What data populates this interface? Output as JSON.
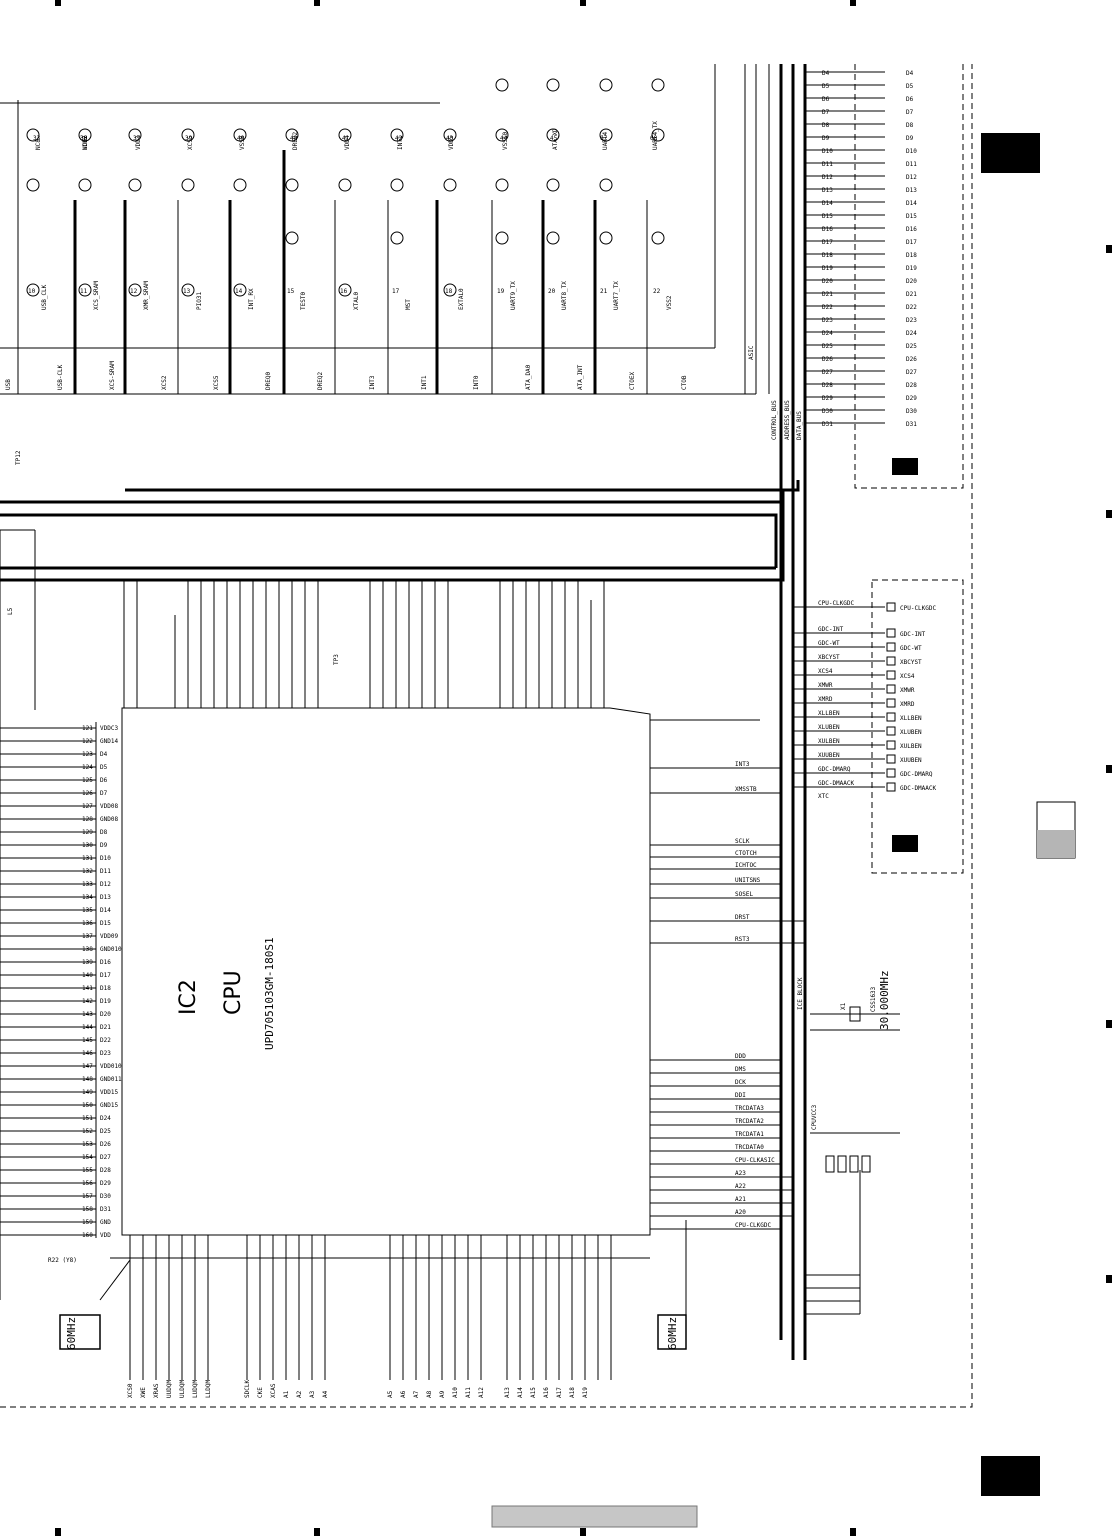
{
  "chip": {
    "ref": "IC2",
    "name": "CPU",
    "part": "UPD705103GM-180S1"
  },
  "oscillators": [
    {
      "freq": "60MHz"
    },
    {
      "freq": "60MHz"
    }
  ],
  "crystal": {
    "part": "CSS1633",
    "freq": "30.000MHz",
    "ref": "X1"
  },
  "buses": [
    "CONTROL_BUS",
    "ADDRESS_BUS",
    "DATA_BUS"
  ],
  "blocks": {
    "asic": "ASIC",
    "ice": "ICE BLOCK",
    "cpuvcc": "CPUVCC3"
  },
  "top_pins": [
    {
      "num": "33",
      "name": "NC8"
    },
    {
      "num": "36",
      "name": "NC6"
    },
    {
      "num": "38",
      "name": "VDD2"
    },
    {
      "num": "37",
      "name": "VDD3"
    },
    {
      "num": "39",
      "name": "XCS5"
    },
    {
      "num": "40",
      "name": "VSS8"
    },
    {
      "num": "48",
      "name": "DREQ2"
    },
    {
      "num": "41",
      "name": "VDD4"
    },
    {
      "num": "42",
      "name": "INT1"
    },
    {
      "num": "43",
      "name": "VDD5"
    },
    {
      "num": "44",
      "name": "VSS10"
    },
    {
      "num": "45",
      "name": "ATA_XD"
    },
    {
      "num": "67",
      "name": "UART4"
    },
    {
      "num": "68",
      "name": "UART4_TX"
    }
  ],
  "mid_pins": [
    {
      "num": "10",
      "name": "USB_CLK"
    },
    {
      "num": "11",
      "name": "XCS_SRAM"
    },
    {
      "num": "12",
      "name": "XMR_SRAM"
    },
    {
      "num": "13",
      "name": "PIO31"
    },
    {
      "num": "14",
      "name": "INT_RX"
    },
    {
      "num": "15",
      "name": "TEST0"
    },
    {
      "num": "16",
      "name": "XTAL0"
    },
    {
      "num": "17",
      "name": "MST"
    },
    {
      "num": "18",
      "name": "EXTAL0"
    },
    {
      "num": "19",
      "name": "UART9_TX"
    },
    {
      "num": "20",
      "name": "UART8_TX"
    },
    {
      "num": "21",
      "name": "UART7_TX"
    },
    {
      "num": "22",
      "name": "VSS2"
    }
  ],
  "asic_labels": [
    "USB",
    "USB-CLK",
    "XCS-SRAM",
    "XCS2",
    "XCS5",
    "DREQ0",
    "DREQ2",
    "INT3",
    "INT1",
    "INT0",
    "ATA_DA0",
    "ATA_INT",
    "CTOEX",
    "CTOB"
  ],
  "right_data": [
    "D4",
    "D5",
    "D6",
    "D7",
    "D8",
    "D9",
    "D10",
    "D11",
    "D12",
    "D13",
    "D14",
    "D15",
    "D16",
    "D17",
    "D18",
    "D19",
    "D20",
    "D21",
    "D22",
    "D23",
    "D24",
    "D25",
    "D26",
    "D27",
    "D28",
    "D29",
    "D30",
    "D31"
  ],
  "right_ctrl": [
    "CPU-CLKGDC",
    "GDC-INT",
    "GDC-WT",
    "XBCYST",
    "XCS4",
    "XMWR",
    "XMRD",
    "XLLBEN",
    "XLUBEN",
    "XULBEN",
    "XUUBEN",
    "GDC-DMARQ",
    "GDC-DMAACK",
    "XTC"
  ],
  "right_sig": [
    "INT3",
    "XMSSTB",
    "SCLK",
    "CTOTCH",
    "ICHTOC",
    "UNITSNS",
    "SOSEL",
    "DRST",
    "RST3",
    "DDD",
    "DMS",
    "DCK",
    "DDI",
    "TRCDATA3",
    "TRCDATA2",
    "TRCDATA1",
    "TRCDATA0",
    "CPU-CLKASIC",
    "A23",
    "A22",
    "A21",
    "A20",
    "CPU-CLKGDC"
  ],
  "left_pins": [
    "121",
    "122",
    "123",
    "124",
    "125",
    "126",
    "127",
    "128",
    "129",
    "130",
    "131",
    "132",
    "133",
    "134",
    "135",
    "136",
    "137",
    "138",
    "139",
    "140",
    "141",
    "142",
    "143",
    "144",
    "145",
    "146",
    "147",
    "148",
    "149",
    "150",
    "151",
    "152",
    "153",
    "154",
    "155",
    "156",
    "157",
    "158",
    "159",
    "160"
  ],
  "left_names": [
    "VDDC3",
    "GND14",
    "D4",
    "D5",
    "D6",
    "D7",
    "VDD08",
    "GND08",
    "D8",
    "D9",
    "D10",
    "D11",
    "D12",
    "D13",
    "D14",
    "D15",
    "VDD09",
    "GND010",
    "D16",
    "D17",
    "D18",
    "D19",
    "D20",
    "D21",
    "D22",
    "D23",
    "VDD010",
    "GND011",
    "VDD15",
    "GND15",
    "D24",
    "D25",
    "D26",
    "D27",
    "D28",
    "D29",
    "D30",
    "D31",
    "GND",
    "VDD"
  ],
  "bottom_sig": [
    "XCS0",
    "XWE",
    "XRAS",
    "UUDQM",
    "ULDQM",
    "LUDQM",
    "LLDQM",
    "SDCLK",
    "CKE",
    "XCAS",
    "A1",
    "A2",
    "A3",
    "A4",
    "A5",
    "A6",
    "A7",
    "A8",
    "A9",
    "A10",
    "A11",
    "A12",
    "A13",
    "A14",
    "A15",
    "A16",
    "A17",
    "A18",
    "A19"
  ],
  "misc": {
    "ref_r22": "R22 (Y8)",
    "tp12": "TP12",
    "tp3": "TP3",
    "cpu_vcc_l5": "L5"
  }
}
